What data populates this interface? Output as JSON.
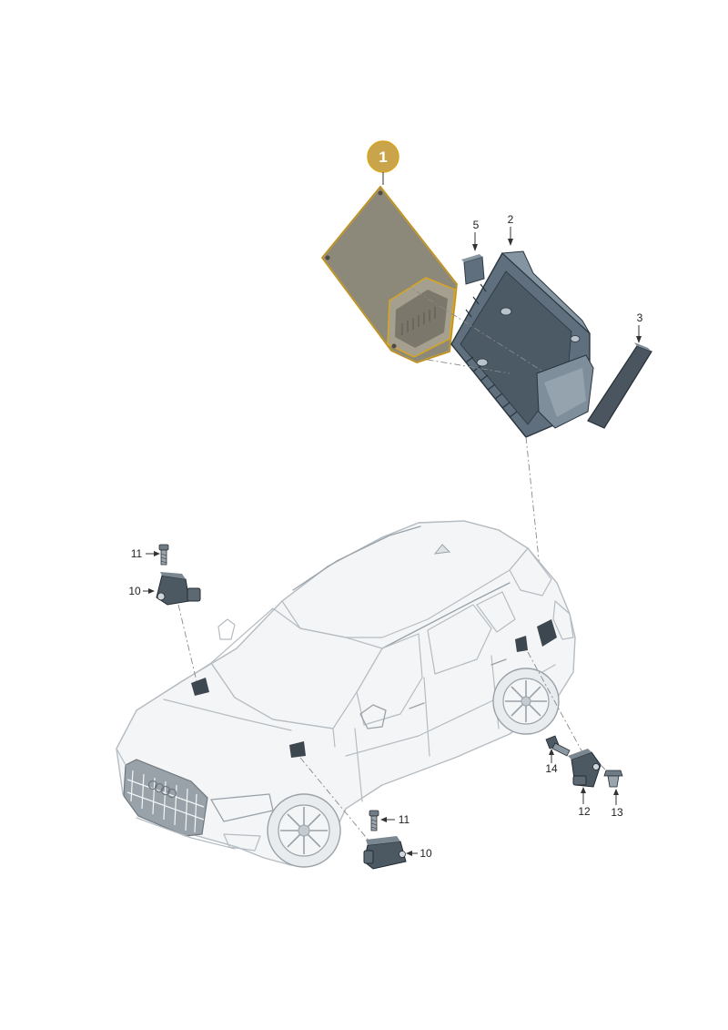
{
  "colors": {
    "highlight_fill": "#8c887a",
    "highlight_outline": "#d9a520",
    "callout_badge": "#c9a44a",
    "module_body": "#5f6f7d",
    "car_body": "#f3f5f6",
    "car_line": "#b5bcc2",
    "glass": "#e6eaec"
  },
  "callouts": {
    "main": "1",
    "control_unit": "2",
    "cover_strip": "3",
    "pad": "5",
    "sensor_front_left": "10",
    "screw_front_left": "11",
    "sensor_front_right": "10",
    "screw_front_right": "11",
    "side_sensor": "12",
    "clip": "13",
    "bolt": "14"
  }
}
